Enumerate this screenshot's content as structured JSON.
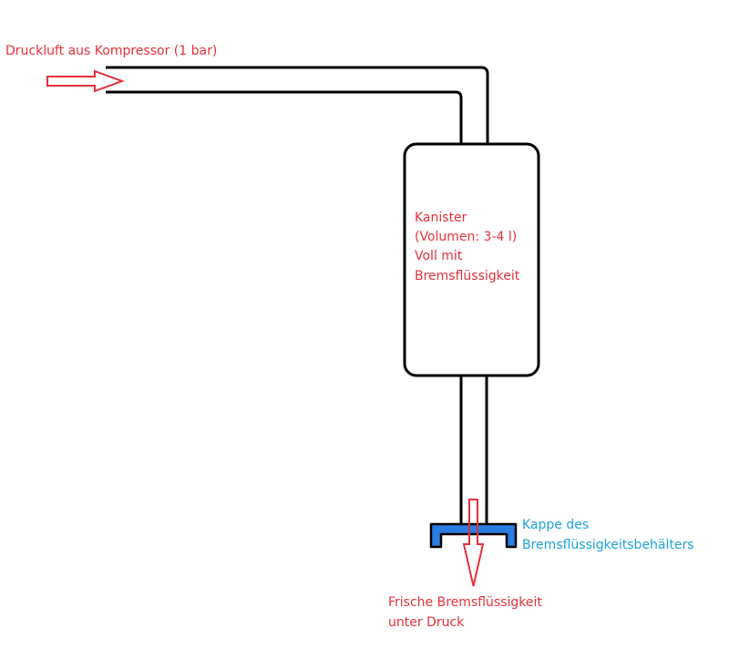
{
  "colors": {
    "line": "#000000",
    "label_red": "#e8303a",
    "label_blue": "#1ea3dc",
    "cap_fill": "#2a7de1"
  },
  "labels": {
    "inlet": "Druckluft aus Kompressor (1 bar)",
    "canister": [
      "Kanister",
      "(Volumen: 3-4 l)",
      "Voll mit",
      "Bremsflüssigkeit"
    ],
    "cap": [
      "Kappe des",
      "Bremsflüssigkeitsbehälters"
    ],
    "outlet": [
      "Frische Bremsflüssigkeit",
      "unter Druck"
    ]
  }
}
